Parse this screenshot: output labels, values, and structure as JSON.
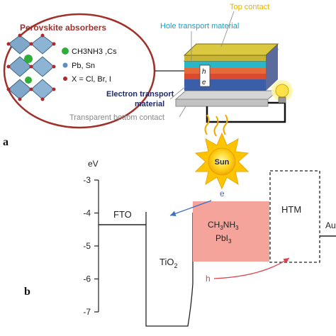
{
  "panel_a": {
    "letter": "a",
    "perovskite_title": "Perovskite absorbers",
    "legend_green": "CH3NH3 ,Cs",
    "legend_blue": "Pb, Sn",
    "legend_red": "X = Cl, Br, I",
    "top_contact": "Top contact",
    "hole_transport": "Hole transport material",
    "h_letter": "h",
    "e_letter": "e",
    "electron_transport_line1": "Electron transport",
    "electron_transport_line2": "material",
    "bottom_contact": "Transparent bottom contact",
    "sun": "Sun"
  },
  "panel_b": {
    "letter": "b",
    "unit": "eV",
    "ticks": [
      "-3",
      "-4",
      "-5",
      "-6",
      "-7"
    ],
    "fto": "FTO",
    "tio2": "TiO",
    "tio2_sub": "2",
    "perov_line1_a": "CH",
    "perov_line1_sub1": "3",
    "perov_line1_b": "NH",
    "perov_line1_sub2": "3",
    "perov_line2_a": "PbI",
    "perov_line2_sub": "3",
    "htm": "HTM",
    "au": "Au",
    "e_label": "e",
    "h_label": "h"
  },
  "colors": {
    "perovskite_fill": "#f4a49a",
    "arrow_blue": "#3a6fc4",
    "arrow_red": "#e0404a",
    "oval_border": "#a0302a",
    "cyan_label": "#1aa0c8",
    "navy_label": "#1e2a6a",
    "gold_label": "#e7b400",
    "gray_label": "#888888"
  }
}
